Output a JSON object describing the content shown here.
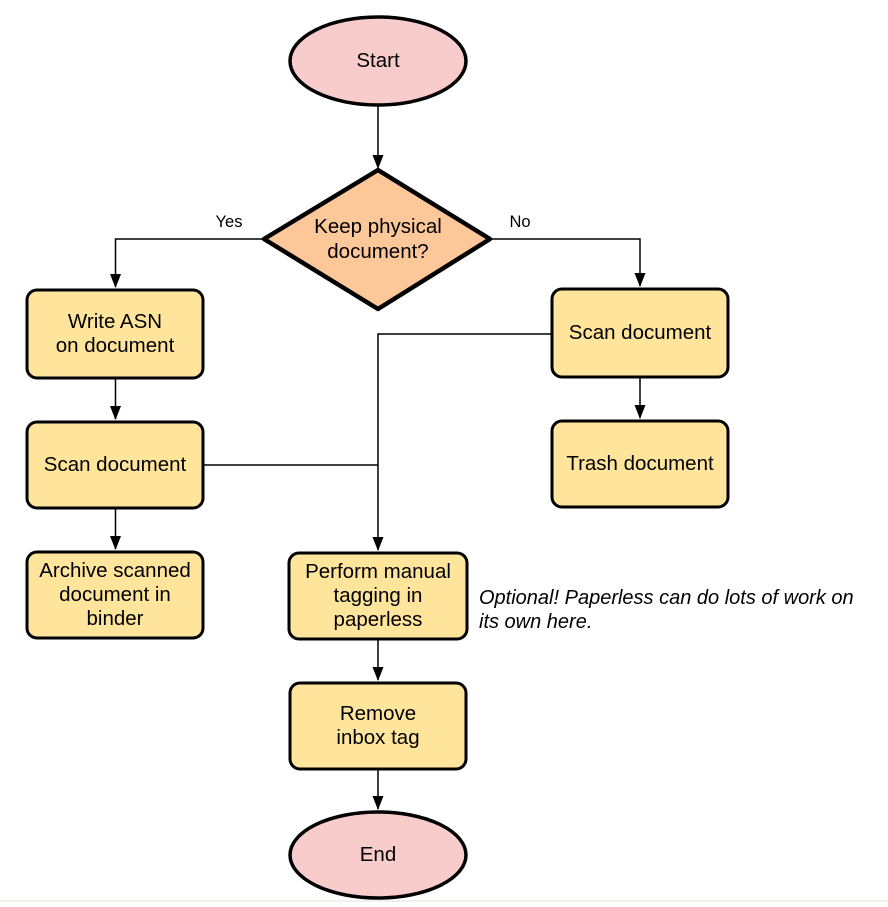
{
  "diagram": {
    "nodes": {
      "start": {
        "label": "Start",
        "type": "terminal"
      },
      "decision": {
        "label": "Keep physical\ndocument?",
        "type": "decision"
      },
      "write_asn": {
        "label": "Write ASN\non document",
        "type": "process"
      },
      "scan_left": {
        "label": "Scan document",
        "type": "process"
      },
      "archive": {
        "label": "Archive scanned\ndocument in\nbinder",
        "type": "process"
      },
      "scan_right": {
        "label": "Scan document",
        "type": "process"
      },
      "trash": {
        "label": "Trash document",
        "type": "process"
      },
      "tagging": {
        "label": "Perform manual\ntagging in\npaperless",
        "type": "process"
      },
      "remove_inbox": {
        "label": "Remove\ninbox tag",
        "type": "process"
      },
      "end": {
        "label": "End",
        "type": "terminal"
      }
    },
    "edge_labels": {
      "yes": "Yes",
      "no": "No"
    },
    "annotation": "Optional! Paperless can do lots of work on\nits own here.",
    "colors": {
      "terminal_fill": "#F8CCCA",
      "decision_fill": "#FCC89A",
      "process_fill": "#FFE59C",
      "stroke": "#000000"
    }
  }
}
